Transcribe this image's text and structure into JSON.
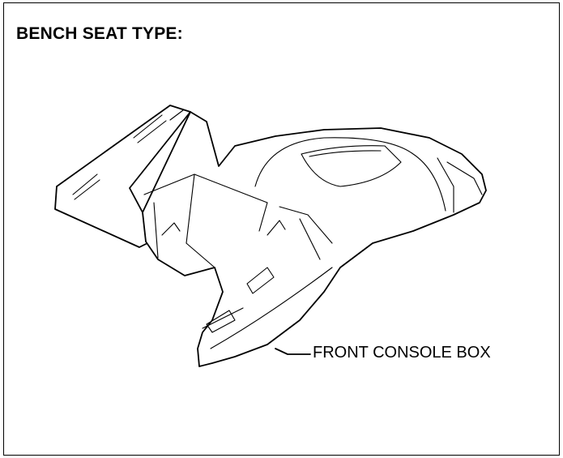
{
  "heading": "BENCH SEAT TYPE:",
  "callout_label": "FRONT CONSOLE BOX",
  "illustration_icon": "console-box-illustration"
}
